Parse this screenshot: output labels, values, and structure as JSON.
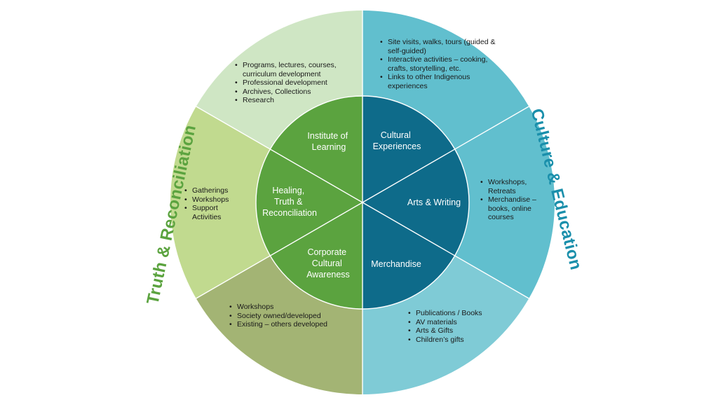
{
  "colors": {
    "green_dark": "#5ba33f",
    "green_light_top": "#cfe6c4",
    "green_light_mid": "#c1da8f",
    "olive": "#a3b474",
    "teal_dark": "#0e6b8a",
    "teal_mid": "#61bfce",
    "teal_light": "#7fcbd6",
    "side_green": "#5ba33f",
    "side_teal": "#1a8fab"
  },
  "sides": {
    "left": "Truth & Reconciliation",
    "right": "Culture & Education"
  },
  "inner": [
    {
      "lines": [
        "Institute of",
        "Learning"
      ]
    },
    {
      "lines": [
        "Cultural",
        "Experiences"
      ]
    },
    {
      "lines": [
        "Arts & Writing"
      ]
    },
    {
      "lines": [
        "Merchandise"
      ]
    },
    {
      "lines": [
        "Corporate",
        "Cultural",
        "Awareness"
      ]
    },
    {
      "lines": [
        "Healing,",
        "Truth &",
        "Reconciliation"
      ]
    }
  ],
  "outer": {
    "institute": [
      "Programs, lectures, courses, curriculum development",
      "Professional development",
      "Archives, Collections",
      "Research"
    ],
    "cultural_experiences": [
      "Site visits, walks, tours (guided & self-guided)",
      "Interactive activities – cooking, crafts, storytelling, etc.",
      "Links to other Indigenous experiences"
    ],
    "arts_writing": [
      "Workshops, Retreats",
      "Merchandise – books, online courses"
    ],
    "merchandise": [
      "Publications / Books",
      "AV materials",
      "Arts & Gifts",
      "Children’s gifts"
    ],
    "corporate": [
      "Workshops",
      "Society owned/developed",
      "Existing – others developed"
    ],
    "healing": [
      "Gatherings",
      "Workshops",
      "Support Activities"
    ]
  }
}
